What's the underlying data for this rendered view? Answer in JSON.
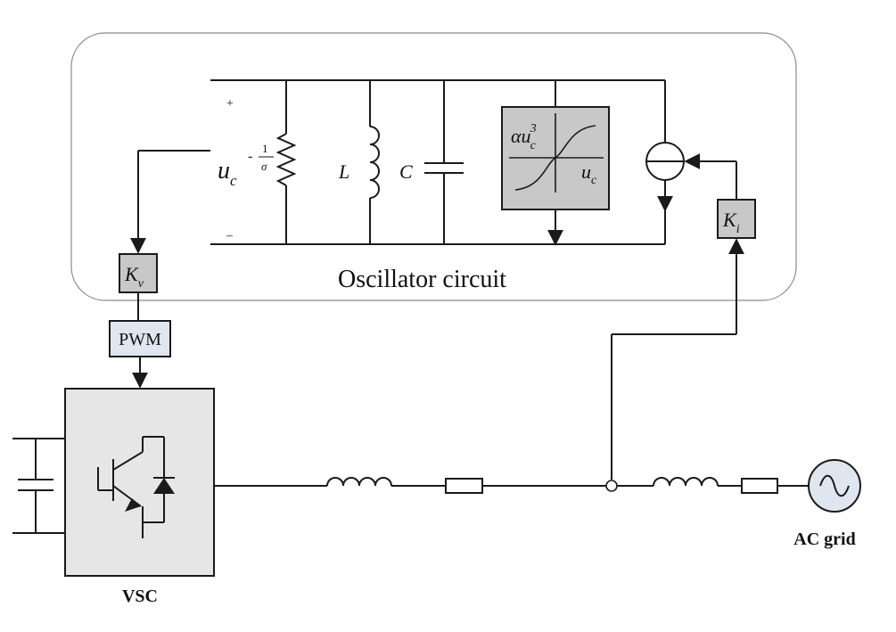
{
  "oscillator": {
    "title": "Oscillator circuit",
    "plus_sign": "+",
    "minus_sign": "–",
    "voltage_symbol": "u",
    "voltage_subscript": "c",
    "conductance_sign": "-",
    "conductance_numerator": "1",
    "conductance_denominator": "σ",
    "inductor_symbol": "L",
    "capacitor_symbol": "C",
    "nonlinear_coefficient": "αu",
    "nonlinear_exponent": "3",
    "nonlinear_subscript": "c",
    "nonlinear_axis_symbol": "u",
    "nonlinear_axis_subscript": "c"
  },
  "gains": {
    "voltage_gain_symbol": "K",
    "voltage_gain_subscript": "v",
    "current_gain_symbol": "K",
    "current_gain_subscript": "i"
  },
  "pwm": {
    "label": "PWM"
  },
  "vsc": {
    "label": "VSC"
  },
  "grid": {
    "label": "AC grid"
  }
}
